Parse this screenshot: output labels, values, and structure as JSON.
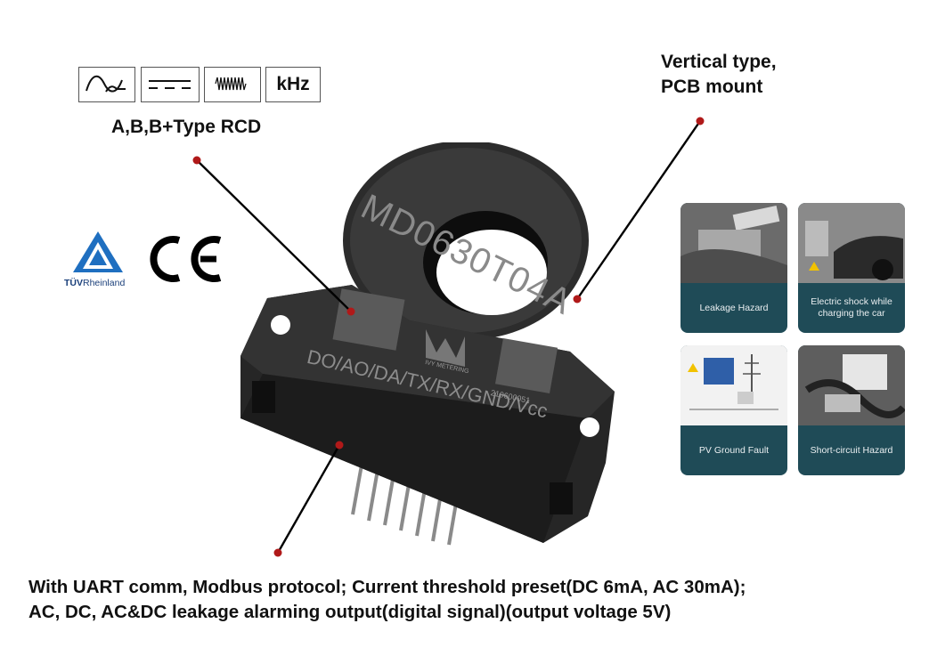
{
  "icons": {
    "ac_symbol": "ac-waveform-icon",
    "dc_symbol": "dc-line-icon",
    "hf_symbol": "high-frequency-icon",
    "khz_label": "kHz"
  },
  "rcd_label": "A,B,B+Type RCD",
  "mount_label": [
    "Vertical type,",
    "PCB mount"
  ],
  "certifications": {
    "tuv_text_bold": "TÜV",
    "tuv_text_rest": "Rheinland",
    "ce_mark": "CE"
  },
  "product": {
    "model": "MD0630T04A",
    "pins_label": "DO/AO/DA/TX/RX/GND/Vcc",
    "brand": "IVY METERING",
    "serial": "210600051"
  },
  "cards": [
    {
      "caption": "Leakage Hazard"
    },
    {
      "caption": "Electric shock while charging the car"
    },
    {
      "caption": "PV Ground Fault"
    },
    {
      "caption": "Short-circuit Hazard"
    }
  ],
  "description": [
    "With UART comm, Modbus protocol; Current threshold preset(DC 6mA, AC 30mA);",
    "AC, DC, AC&DC leakage alarming output(digital signal)(output voltage 5V)"
  ],
  "colors": {
    "pointer": "#b01919",
    "card_caption_bg": "#1f4b57",
    "tuv_blue": "#1f6fc0"
  }
}
